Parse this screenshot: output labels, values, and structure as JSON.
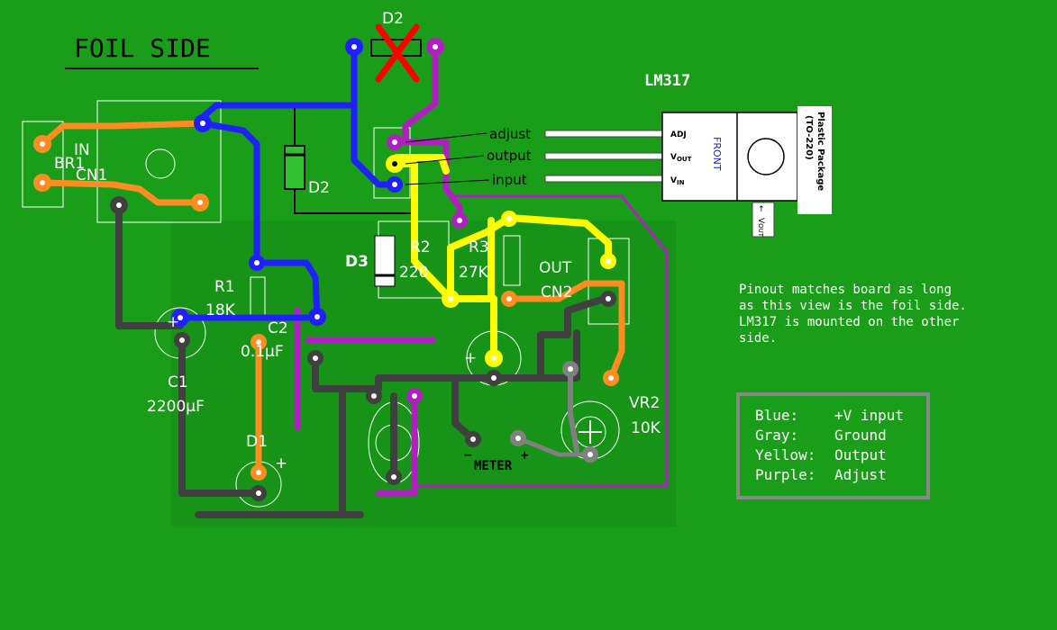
{
  "title": "FOIL SIDE",
  "regulator": {
    "name": "LM317",
    "front": "FRONT",
    "pins": [
      "ADJ",
      "V",
      "V"
    ],
    "pin_subs": [
      "",
      "OUT",
      "IN"
    ],
    "package_line1": "(TO-220)",
    "package_line2": "Plastic Package",
    "vout_label": "V",
    "vout_sub": "OUT",
    "arrow": "←"
  },
  "pin_labels": {
    "adjust": "adjust",
    "output": "output",
    "input": "input"
  },
  "components": {
    "d2_top": "D2",
    "d2": "D2",
    "d3": "D3",
    "r2": "R2",
    "r2_value": "220",
    "r3": "R3",
    "r3_value": "27K",
    "r1": "R1",
    "r1_value": "18K",
    "c2": "C2",
    "c2_value": "0.1µF",
    "c1": "C1",
    "c1_value": "2200µF",
    "d1": "D1",
    "vr2": "VR2",
    "vr2_value": "10K",
    "out": "OUT",
    "cn2": "CN2",
    "in": "IN",
    "br1": "BR1",
    "cn1": "CN1",
    "meter": "METER",
    "minus": "−",
    "plus": "+"
  },
  "note": [
    "Pinout matches board as long",
    "as this view is the foil side.",
    "LM317 is mounted on the other",
    "side."
  ],
  "legend": [
    {
      "color": "Blue:",
      "meaning": "+V input"
    },
    {
      "color": "Gray:",
      "meaning": "Ground"
    },
    {
      "color": "Yellow:",
      "meaning": "Output"
    },
    {
      "color": "Purple:",
      "meaning": "Adjust"
    }
  ],
  "colors": {
    "board": "#1a9e1a",
    "blue": "#2020ff",
    "gray": "#404040",
    "yellow": "#ffff00",
    "purple": "#b020c0",
    "orange": "#ff8c20",
    "red_cross": "#ff0000"
  }
}
